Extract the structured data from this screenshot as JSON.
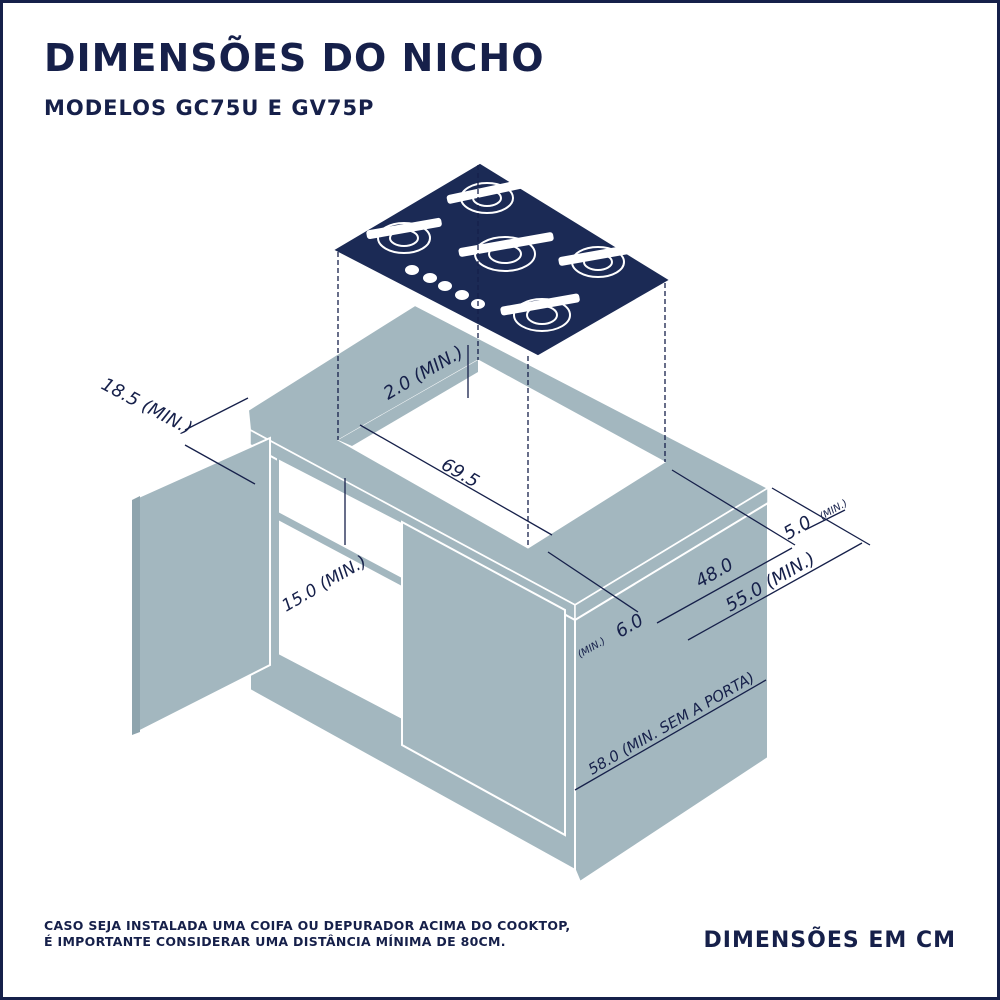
{
  "title": "DIMENSÕES DO NICHO",
  "subtitle": "MODELOS GC75U E GV75P",
  "footnote": {
    "line1": "CASO SEJA INSTALADA UMA COIFA OU DEPURADOR ACIMA DO COOKTOP,",
    "line2": "É IMPORTANTE CONSIDERAR UMA DISTÂNCIA MÍNIMA DE 80CM."
  },
  "units_label": "DIMENSÕES EM CM",
  "dimensions": {
    "side_clearance": "18.5 (MIN.)",
    "top_clearance": "2.0 (MIN.)",
    "cutout_width": "69.5",
    "back_clearance_value": "5.0",
    "back_clearance_min": "(MIN.)",
    "cutout_depth": "48.0",
    "counter_depth": "55.0 (MIN.)",
    "front_clearance_value": "6.0",
    "front_clearance_min": "(MIN.)",
    "drawer_clearance": "15.0 (MIN.)",
    "cabinet_depth": "58.0 (MIN. SEM A PORTA)"
  },
  "colors": {
    "navy": "#16204a",
    "cabinet": "#a3b7bf",
    "cooktop": "#1b2a55",
    "burner": "#ffffff"
  }
}
